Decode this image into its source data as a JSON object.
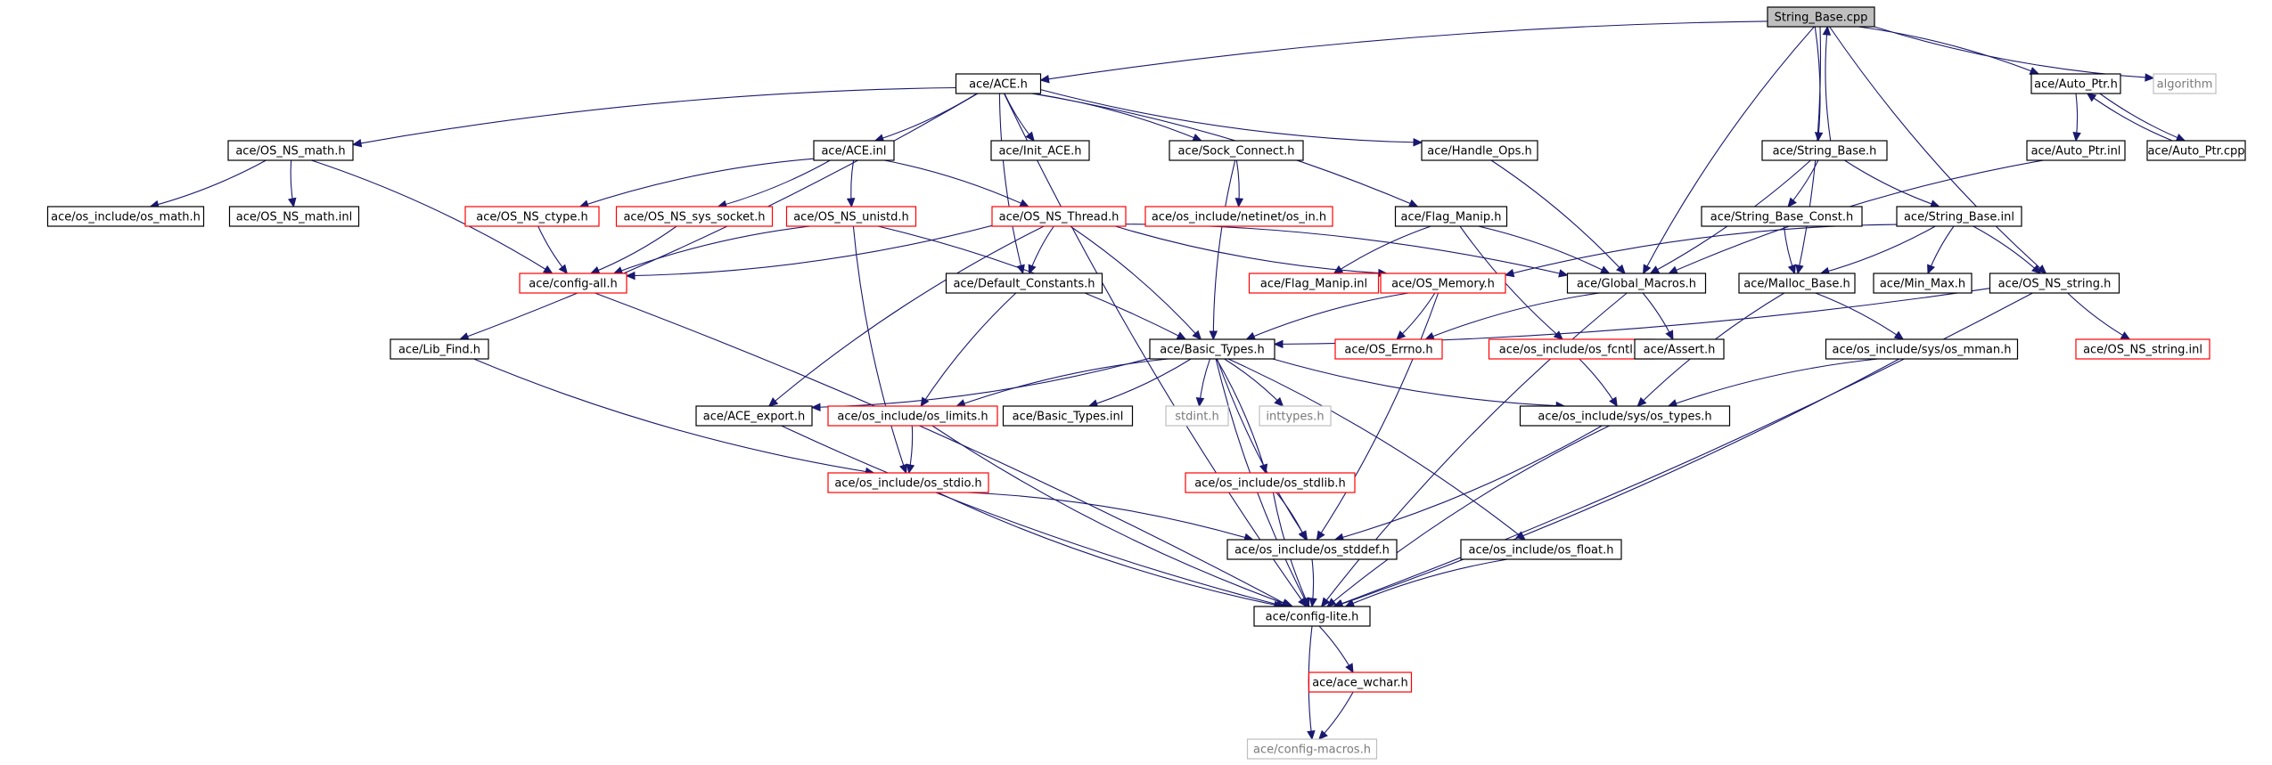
{
  "colors": {
    "edge": "#191970",
    "root_fill": "#bfbfbf",
    "normal_border": "#000000",
    "truncated_border": "#ff0000",
    "external_border": "#bfbfbf"
  },
  "nodes": [
    {
      "id": "root",
      "label": "String_Base.cpp",
      "kind": "root"
    },
    {
      "id": "ace_h",
      "label": "ace/ACE.h",
      "kind": "normal"
    },
    {
      "id": "auto_ptr_h",
      "label": "ace/Auto_Ptr.h",
      "kind": "normal"
    },
    {
      "id": "algorithm",
      "label": "algorithm",
      "kind": "external"
    },
    {
      "id": "os_ns_math_h",
      "label": "ace/OS_NS_math.h",
      "kind": "normal"
    },
    {
      "id": "ace_inl",
      "label": "ace/ACE.inl",
      "kind": "normal"
    },
    {
      "id": "init_ace_h",
      "label": "ace/Init_ACE.h",
      "kind": "normal"
    },
    {
      "id": "sock_connect_h",
      "label": "ace/Sock_Connect.h",
      "kind": "normal"
    },
    {
      "id": "handle_ops_h",
      "label": "ace/Handle_Ops.h",
      "kind": "normal"
    },
    {
      "id": "string_base_h",
      "label": "ace/String_Base.h",
      "kind": "normal"
    },
    {
      "id": "auto_ptr_inl",
      "label": "ace/Auto_Ptr.inl",
      "kind": "normal"
    },
    {
      "id": "auto_ptr_cpp",
      "label": "ace/Auto_Ptr.cpp",
      "kind": "normal"
    },
    {
      "id": "os_include_os_math_h",
      "label": "ace/os_include/os_math.h",
      "kind": "normal"
    },
    {
      "id": "os_ns_math_inl",
      "label": "ace/OS_NS_math.inl",
      "kind": "normal"
    },
    {
      "id": "os_ns_ctype_h",
      "label": "ace/OS_NS_ctype.h",
      "kind": "truncated"
    },
    {
      "id": "os_ns_sys_socket_h",
      "label": "ace/OS_NS_sys_socket.h",
      "kind": "truncated"
    },
    {
      "id": "os_ns_unistd_h",
      "label": "ace/OS_NS_unistd.h",
      "kind": "truncated"
    },
    {
      "id": "os_ns_thread_h",
      "label": "ace/OS_NS_Thread.h",
      "kind": "truncated"
    },
    {
      "id": "netinet_in_h",
      "label": "ace/os_include/netinet/os_in.h",
      "kind": "truncated"
    },
    {
      "id": "flag_manip_h",
      "label": "ace/Flag_Manip.h",
      "kind": "normal"
    },
    {
      "id": "string_base_const_h",
      "label": "ace/String_Base_Const.h",
      "kind": "normal"
    },
    {
      "id": "string_base_inl",
      "label": "ace/String_Base.inl",
      "kind": "normal"
    },
    {
      "id": "config_all_h",
      "label": "ace/config-all.h",
      "kind": "truncated"
    },
    {
      "id": "default_constants_h",
      "label": "ace/Default_Constants.h",
      "kind": "normal"
    },
    {
      "id": "flag_manip_inl",
      "label": "ace/Flag_Manip.inl",
      "kind": "truncated"
    },
    {
      "id": "os_memory_h",
      "label": "ace/OS_Memory.h",
      "kind": "truncated"
    },
    {
      "id": "global_macros_h",
      "label": "ace/Global_Macros.h",
      "kind": "normal"
    },
    {
      "id": "malloc_base_h",
      "label": "ace/Malloc_Base.h",
      "kind": "normal"
    },
    {
      "id": "min_max_h",
      "label": "ace/Min_Max.h",
      "kind": "normal"
    },
    {
      "id": "os_ns_string_h",
      "label": "ace/OS_NS_string.h",
      "kind": "normal"
    },
    {
      "id": "lib_find_h",
      "label": "ace/Lib_Find.h",
      "kind": "normal"
    },
    {
      "id": "basic_types_h",
      "label": "ace/Basic_Types.h",
      "kind": "normal"
    },
    {
      "id": "os_errno_h",
      "label": "ace/OS_Errno.h",
      "kind": "truncated"
    },
    {
      "id": "os_fcntl_h",
      "label": "ace/os_include/os_fcntl.h",
      "kind": "truncated"
    },
    {
      "id": "assert_h",
      "label": "ace/Assert.h",
      "kind": "normal"
    },
    {
      "id": "sys_os_mman_h",
      "label": "ace/os_include/sys/os_mman.h",
      "kind": "normal"
    },
    {
      "id": "os_ns_string_inl",
      "label": "ace/OS_NS_string.inl",
      "kind": "truncated"
    },
    {
      "id": "ace_export_h",
      "label": "ace/ACE_export.h",
      "kind": "normal"
    },
    {
      "id": "os_limits_h",
      "label": "ace/os_include/os_limits.h",
      "kind": "truncated"
    },
    {
      "id": "basic_types_inl",
      "label": "ace/Basic_Types.inl",
      "kind": "normal"
    },
    {
      "id": "stdint_h",
      "label": "stdint.h",
      "kind": "external"
    },
    {
      "id": "inttypes_h",
      "label": "inttypes.h",
      "kind": "external"
    },
    {
      "id": "sys_os_types_h",
      "label": "ace/os_include/sys/os_types.h",
      "kind": "normal"
    },
    {
      "id": "os_stdio_h",
      "label": "ace/os_include/os_stdio.h",
      "kind": "truncated"
    },
    {
      "id": "os_stdlib_h",
      "label": "ace/os_include/os_stdlib.h",
      "kind": "truncated"
    },
    {
      "id": "os_stddef_h",
      "label": "ace/os_include/os_stddef.h",
      "kind": "normal"
    },
    {
      "id": "os_float_h",
      "label": "ace/os_include/os_float.h",
      "kind": "normal"
    },
    {
      "id": "config_lite_h",
      "label": "ace/config-lite.h",
      "kind": "normal"
    },
    {
      "id": "ace_wchar_h",
      "label": "ace/ace_wchar.h",
      "kind": "truncated"
    },
    {
      "id": "config_macros_h",
      "label": "ace/config-macros.h",
      "kind": "external"
    }
  ],
  "edges": [
    [
      "root",
      "ace_h"
    ],
    [
      "root",
      "auto_ptr_h"
    ],
    [
      "root",
      "algorithm"
    ],
    [
      "root",
      "string_base_h"
    ],
    [
      "root",
      "global_macros_h"
    ],
    [
      "root",
      "malloc_base_h"
    ],
    [
      "root",
      "os_ns_string_h"
    ],
    [
      "string_base_h",
      "root"
    ],
    [
      "ace_h",
      "os_ns_math_h"
    ],
    [
      "ace_h",
      "ace_inl"
    ],
    [
      "ace_h",
      "init_ace_h"
    ],
    [
      "ace_h",
      "sock_connect_h"
    ],
    [
      "ace_h",
      "handle_ops_h"
    ],
    [
      "ace_h",
      "flag_manip_h"
    ],
    [
      "ace_h",
      "default_constants_h"
    ],
    [
      "ace_h",
      "lib_find_h"
    ],
    [
      "ace_h",
      "config_lite_h"
    ],
    [
      "auto_ptr_h",
      "auto_ptr_inl"
    ],
    [
      "auto_ptr_h",
      "auto_ptr_cpp"
    ],
    [
      "auto_ptr_cpp",
      "auto_ptr_h"
    ],
    [
      "auto_ptr_inl",
      "global_macros_h"
    ],
    [
      "os_ns_math_h",
      "os_include_os_math_h"
    ],
    [
      "os_ns_math_h",
      "os_ns_math_inl"
    ],
    [
      "os_ns_math_h",
      "config_all_h"
    ],
    [
      "ace_inl",
      "os_ns_ctype_h"
    ],
    [
      "ace_inl",
      "os_ns_sys_socket_h"
    ],
    [
      "ace_inl",
      "os_ns_unistd_h"
    ],
    [
      "ace_inl",
      "os_ns_thread_h"
    ],
    [
      "os_ns_ctype_h",
      "config_all_h"
    ],
    [
      "os_ns_sys_socket_h",
      "config_all_h"
    ],
    [
      "os_ns_unistd_h",
      "config_all_h"
    ],
    [
      "os_ns_unistd_h",
      "basic_types_h"
    ],
    [
      "os_ns_unistd_h",
      "os_stdio_h"
    ],
    [
      "os_ns_thread_h",
      "config_all_h"
    ],
    [
      "os_ns_thread_h",
      "default_constants_h"
    ],
    [
      "os_ns_thread_h",
      "basic_types_h"
    ],
    [
      "os_ns_thread_h",
      "os_memory_h"
    ],
    [
      "os_ns_thread_h",
      "global_macros_h"
    ],
    [
      "os_ns_thread_h",
      "ace_export_h"
    ],
    [
      "sock_connect_h",
      "netinet_in_h"
    ],
    [
      "sock_connect_h",
      "basic_types_h"
    ],
    [
      "handle_ops_h",
      "global_macros_h"
    ],
    [
      "flag_manip_h",
      "flag_manip_inl"
    ],
    [
      "flag_manip_h",
      "global_macros_h"
    ],
    [
      "flag_manip_h",
      "os_fcntl_h"
    ],
    [
      "string_base_h",
      "string_base_const_h"
    ],
    [
      "string_base_h",
      "string_base_inl"
    ],
    [
      "string_base_h",
      "global_macros_h"
    ],
    [
      "string_base_const_h",
      "malloc_base_h"
    ],
    [
      "string_base_inl",
      "malloc_base_h"
    ],
    [
      "string_base_inl",
      "min_max_h"
    ],
    [
      "string_base_inl",
      "os_ns_string_h"
    ],
    [
      "string_base_inl",
      "os_memory_h"
    ],
    [
      "config_all_h",
      "config_lite_h"
    ],
    [
      "default_constants_h",
      "os_limits_h"
    ],
    [
      "os_memory_h",
      "os_errno_h"
    ],
    [
      "os_memory_h",
      "basic_types_h"
    ],
    [
      "os_memory_h",
      "os_stddef_h"
    ],
    [
      "global_macros_h",
      "os_errno_h"
    ],
    [
      "global_macros_h",
      "assert_h"
    ],
    [
      "global_macros_h",
      "config_lite_h"
    ],
    [
      "malloc_base_h",
      "sys_os_mman_h"
    ],
    [
      "malloc_base_h",
      "sys_os_types_h"
    ],
    [
      "os_ns_string_h",
      "basic_types_h"
    ],
    [
      "os_ns_string_h",
      "os_ns_string_inl"
    ],
    [
      "os_ns_string_h",
      "config_lite_h"
    ],
    [
      "lib_find_h",
      "os_stdio_h"
    ],
    [
      "basic_types_h",
      "ace_export_h"
    ],
    [
      "basic_types_h",
      "os_limits_h"
    ],
    [
      "basic_types_h",
      "basic_types_inl"
    ],
    [
      "basic_types_h",
      "stdint_h"
    ],
    [
      "basic_types_h",
      "inttypes_h"
    ],
    [
      "basic_types_h",
      "sys_os_types_h"
    ],
    [
      "basic_types_h",
      "os_stdlib_h"
    ],
    [
      "basic_types_h",
      "os_stddef_h"
    ],
    [
      "basic_types_h",
      "os_float_h"
    ],
    [
      "basic_types_h",
      "config_lite_h"
    ],
    [
      "os_fcntl_h",
      "sys_os_types_h"
    ],
    [
      "sys_os_mman_h",
      "sys_os_types_h"
    ],
    [
      "sys_os_mman_h",
      "config_lite_h"
    ],
    [
      "ace_export_h",
      "config_lite_h"
    ],
    [
      "os_limits_h",
      "os_stdio_h"
    ],
    [
      "os_limits_h",
      "config_lite_h"
    ],
    [
      "sys_os_types_h",
      "os_stddef_h"
    ],
    [
      "sys_os_types_h",
      "config_lite_h"
    ],
    [
      "os_stdio_h",
      "os_stddef_h"
    ],
    [
      "os_stdio_h",
      "config_lite_h"
    ],
    [
      "os_stdlib_h",
      "os_stddef_h"
    ],
    [
      "os_stdlib_h",
      "config_lite_h"
    ],
    [
      "os_stddef_h",
      "config_lite_h"
    ],
    [
      "os_float_h",
      "config_lite_h"
    ],
    [
      "config_lite_h",
      "ace_wchar_h"
    ],
    [
      "config_lite_h",
      "config_macros_h"
    ],
    [
      "ace_wchar_h",
      "config_macros_h"
    ]
  ]
}
